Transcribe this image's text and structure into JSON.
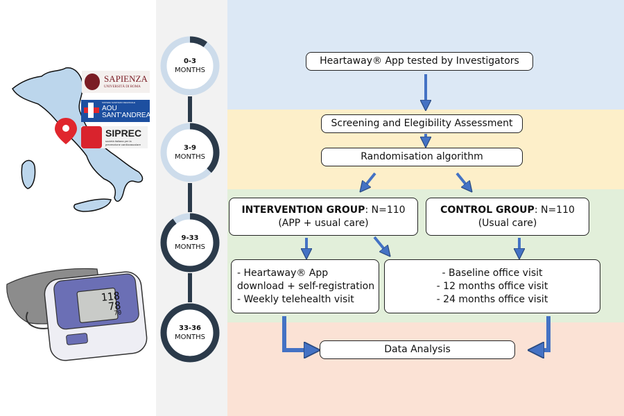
{
  "colors": {
    "phase1": "#dce8f5",
    "phase2": "#fdefc9",
    "phase3": "#e2efda",
    "phase4": "#fbe2d5",
    "arrow": "#4472c4",
    "ring_dark": "#2b3a4a",
    "ring_light": "#cddceb",
    "timeline_bg": "#f2f2f2"
  },
  "timeline": [
    {
      "range": "0-3",
      "unit": "MONTHS",
      "progress": 0.1
    },
    {
      "range": "3-9",
      "unit": "MONTHS",
      "progress": 0.37
    },
    {
      "range": "9-33",
      "unit": "MONTHS",
      "progress": 0.9
    },
    {
      "range": "33-36",
      "unit": "MONTHS",
      "progress": 1.0
    }
  ],
  "logos": {
    "sapienza": "SAPIENZA",
    "sapienza_sub": "UNIVERSITÀ DI ROMA",
    "aou": "AOU",
    "aou2": "SANT'ANDREA",
    "aou_small": "SISTEMA SANITARIO REGIONALE",
    "siprec": "SIPREC",
    "siprec_sub": "società italiana per la prevenzione cardiovascolare"
  },
  "map": {
    "icon": "location-pin-icon"
  },
  "bp_monitor": {
    "sys": "118",
    "dia": "78",
    "pulse": "70"
  },
  "flow": {
    "step1": "Heartaway® App tested by Investigators",
    "step2": "Screening and Elegibility Assessment",
    "step3": "Randomisation algorithm",
    "intervention": {
      "title": "INTERVENTION GROUP",
      "n": ": N=110",
      "sub": "(APP  + usual care)"
    },
    "control": {
      "title": "CONTROL GROUP",
      "n": ": N=110",
      "sub": "(Usual care)"
    },
    "intervention_steps": [
      "- Heartaway® App",
      "download + self-registration",
      "- Weekly telehealth visit"
    ],
    "control_steps": [
      "- Baseline office visit",
      "- 12 months office visit",
      "- 24 months office visit"
    ],
    "final": "Data Analysis"
  }
}
